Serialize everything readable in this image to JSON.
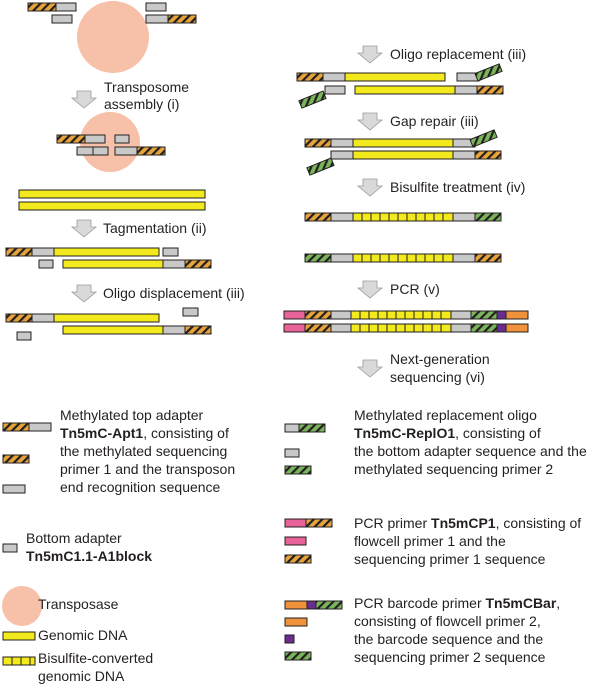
{
  "colors": {
    "genomic": "#f2ea1c",
    "adapter_gray": "#c9c9c9",
    "hatch_orange": "#e6a43a",
    "hatch_green": "#7ab55c",
    "pink": "#e9639b",
    "orange": "#f0913b",
    "purple": "#6a2c8f",
    "transposase": "#f7c0a8",
    "arrow": "#d9d9d9",
    "outline": "#231f20"
  },
  "steps": {
    "transposome_1": "Transposome",
    "transposome_2": "assembly (i)",
    "tagmentation": "Tagmentation (ii)",
    "oligo_displacement": "Oligo displacement (iii)",
    "oligo_replacement": "Oligo replacement (iii)",
    "gap_repair": "Gap repair (iii)",
    "bisulfite": "Bisulfite treatment (iv)",
    "pcr": "PCR (v)",
    "ngs_1": "Next-generation",
    "ngs_2": "sequencing (vi)"
  },
  "legend": {
    "top_adapter": {
      "line1": "Methylated top adapter",
      "name": "Tn5mC-Apt1",
      "name_suffix": ", consisting of",
      "line3": "the methylated sequencing",
      "line4": "primer 1 and the transposon",
      "line5": "end recognition sequence"
    },
    "bottom_adapter": {
      "line1": "Bottom adapter",
      "name": "Tn5mC1.1-A1block"
    },
    "transposase": "Transposase",
    "genomic_dna": "Genomic DNA",
    "bisulfite_dna_1": "Bisulfite-converted",
    "bisulfite_dna_2": "genomic DNA",
    "replacement_oligo": {
      "line1": "Methylated replacement oligo",
      "name": "Tn5mC-ReplO1",
      "name_suffix": ", consisting of",
      "line3": "the bottom adapter sequence and the",
      "line4": "methylated sequencing primer 2"
    },
    "pcr_primer": {
      "prefix": "PCR primer ",
      "name": "Tn5mCP1",
      "suffix": ", consisting of",
      "line2": "flowcell primer 1 and the",
      "line3": "sequencing primer 1 sequence"
    },
    "barcode_primer": {
      "prefix": "PCR barcode primer ",
      "name": "Tn5mCBar",
      "suffix": ",",
      "line2": "consisting of flowcell primer 2,",
      "line3": "the barcode sequence and the",
      "line4": "sequencing primer 2 sequence"
    }
  }
}
